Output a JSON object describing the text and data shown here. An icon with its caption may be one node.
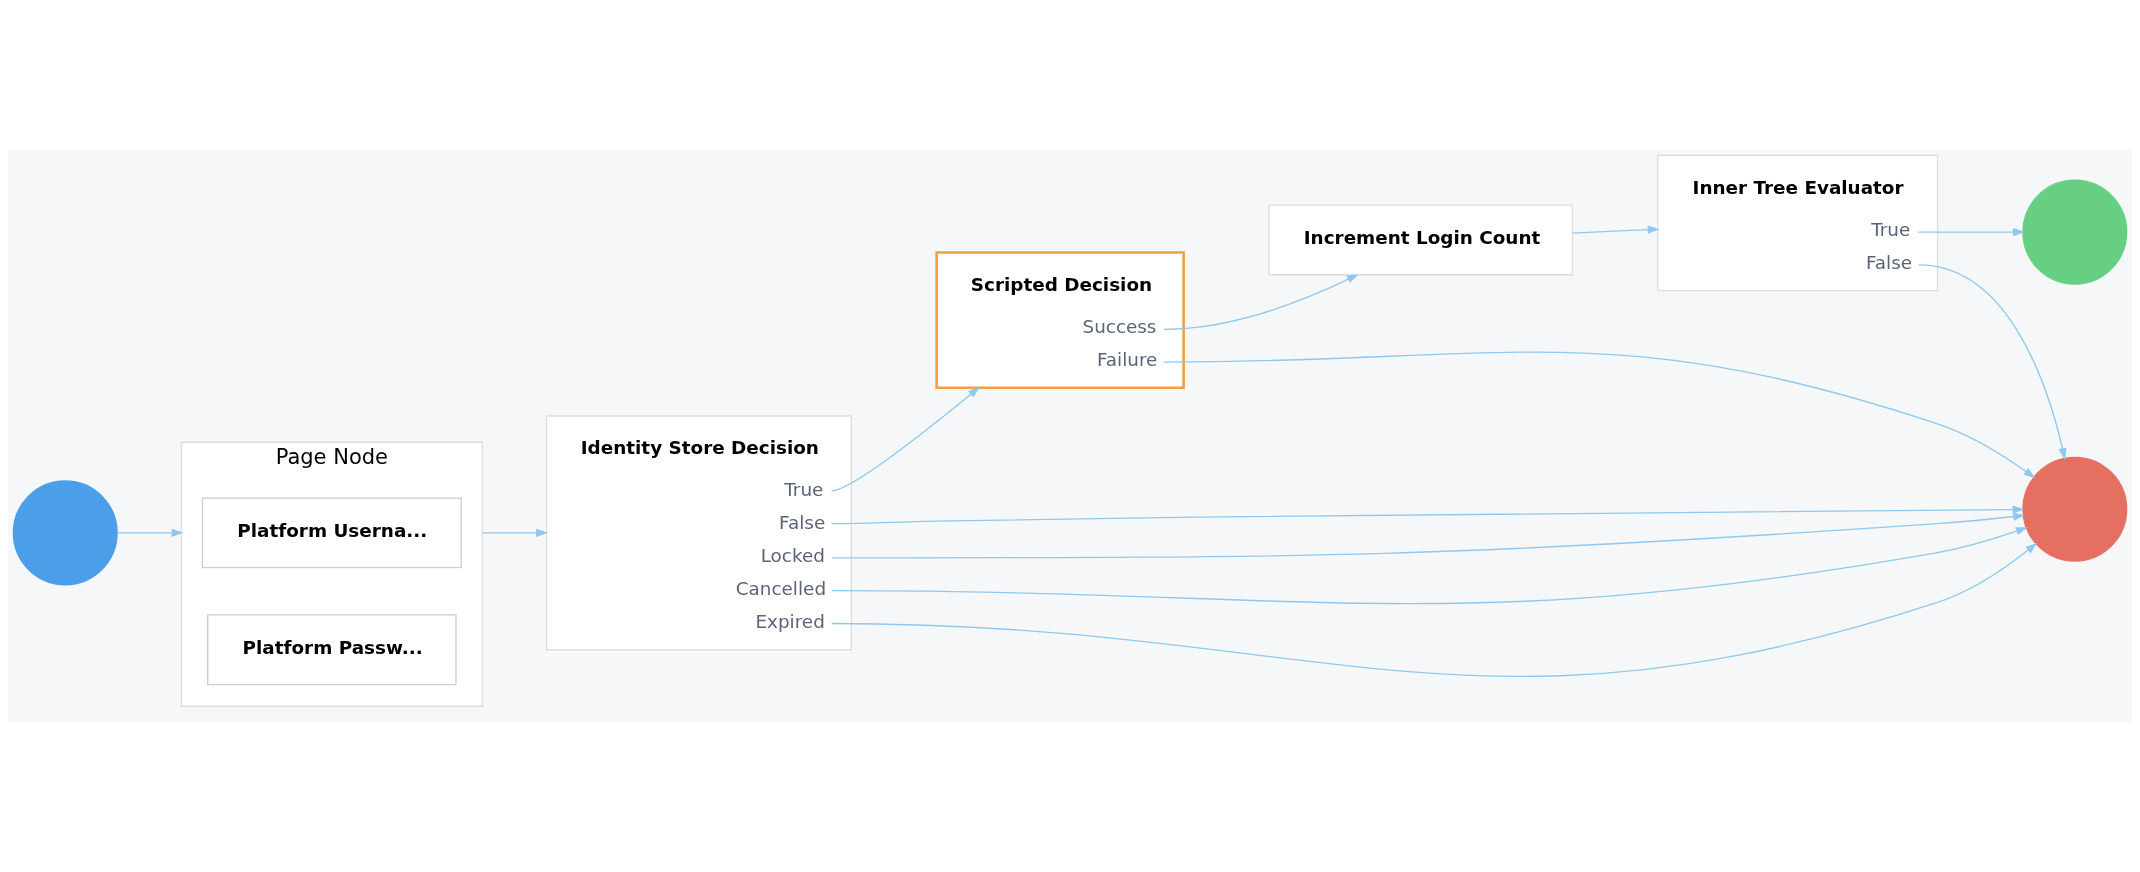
{
  "diagram": {
    "nodes": [
      {
        "text": [],
        "shape": "circle"
      },
      {
        "text": [
          "Page Node"
        ]
      },
      {
        "text": [
          "Platform Userna..."
        ],
        "in": 1
      },
      {
        "text": [
          "Platform Passw..."
        ],
        "in": 1
      },
      {
        "text": [
          "Identity Store Decision",
          "True",
          "False",
          "Locked",
          "Cancelled",
          "Expired"
        ]
      },
      {
        "text": [
          "Scripted Decision",
          "Success",
          "Failure"
        ]
      },
      {
        "text": [
          "Increment Login Count"
        ]
      },
      {
        "text": [
          "Inner Tree Evaluator",
          "True",
          "False"
        ]
      },
      {
        "text": [],
        "shape": "circle"
      },
      {
        "text": [],
        "shape": "circle"
      }
    ],
    "edges": [
      {
        "from": 0,
        "to": 1,
        "arrow": "to"
      },
      {
        "from": 1,
        "to": 4,
        "arrow": "to"
      },
      {
        "from": 4,
        "to": 5,
        "arrow": "to"
      },
      {
        "from": 4,
        "to": 9,
        "arrow": "to"
      },
      {
        "from": 4,
        "to": 9,
        "arrow": "to"
      },
      {
        "from": 4,
        "to": 9,
        "arrow": "to"
      },
      {
        "from": 4,
        "to": 9,
        "arrow": "to"
      },
      {
        "from": 5,
        "to": 6,
        "arrow": "to"
      },
      {
        "from": 5,
        "to": 9,
        "arrow": "to"
      },
      {
        "from": 6,
        "to": 7,
        "arrow": "to"
      },
      {
        "from": 7,
        "to": 8,
        "arrow": "to"
      },
      {
        "from": 7,
        "to": 9,
        "arrow": "to"
      }
    ]
  }
}
